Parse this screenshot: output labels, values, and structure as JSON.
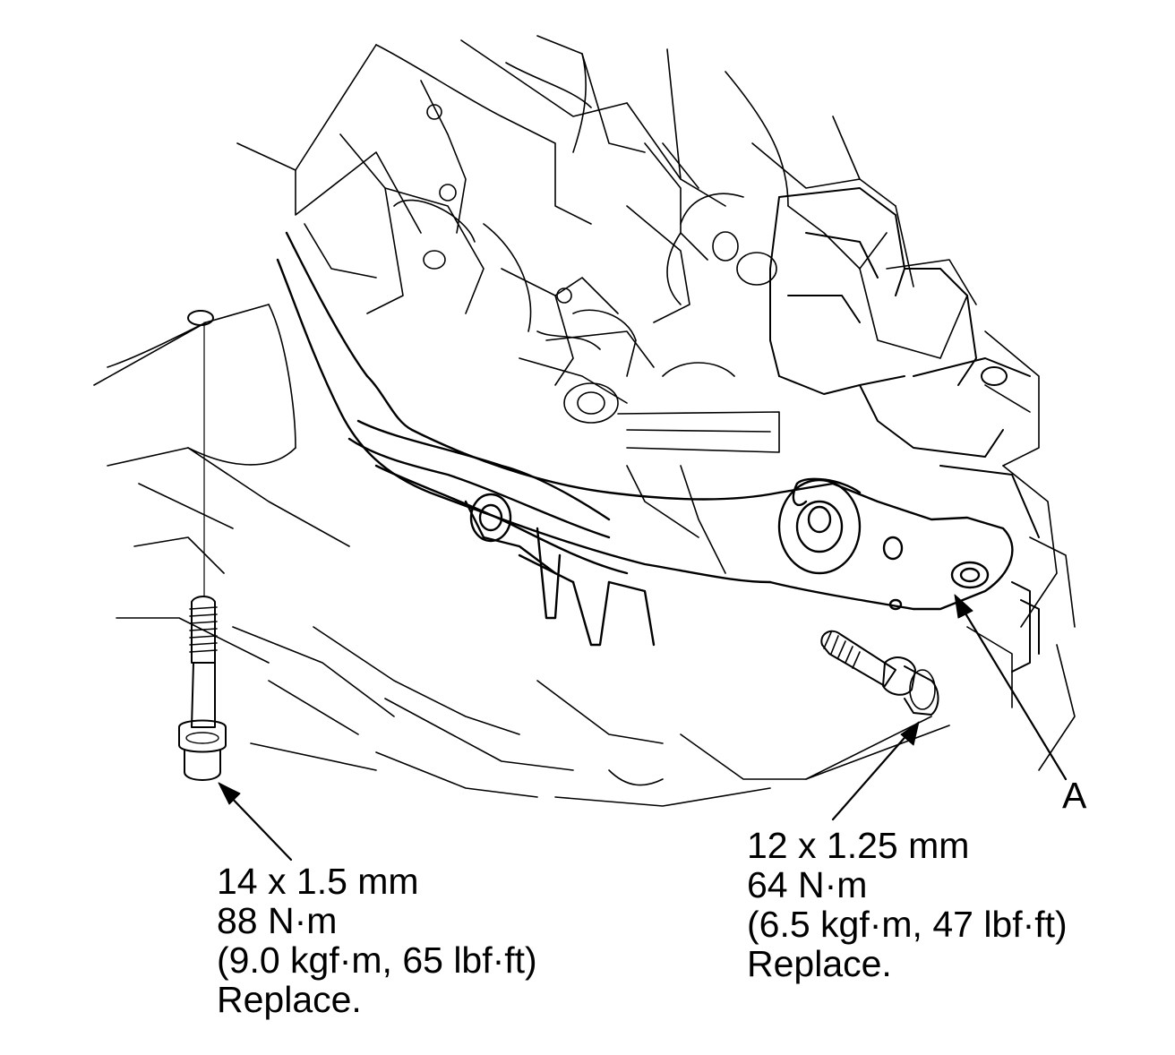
{
  "figure": {
    "part_label": "A",
    "left_bolt": {
      "size": "14 x 1.5 mm",
      "torque": "88 N·m",
      "torque_alt": "(9.0 kgf·m, 65 lbf·ft)",
      "note": "Replace."
    },
    "right_bolt": {
      "size": "12 x 1.25 mm",
      "torque": "64 N·m",
      "torque_alt": "(6.5 kgf·m, 47 lbf·ft)",
      "note": "Replace."
    },
    "colors": {
      "line": "#000000",
      "background": "#ffffff"
    }
  }
}
